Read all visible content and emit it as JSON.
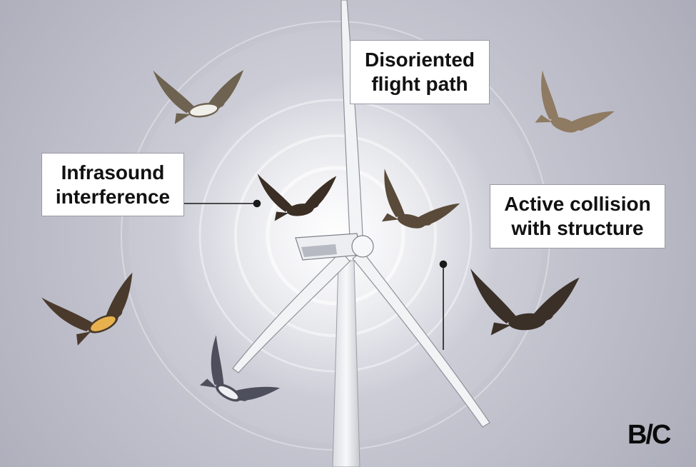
{
  "labels": {
    "infrasound": {
      "line1": "Infrasound",
      "line2": "interference"
    },
    "disoriented": {
      "line1": "Disoriented",
      "line2": "flight path"
    },
    "collision": {
      "line1": "Active collision",
      "line2": "with structure"
    }
  },
  "logo": {
    "text": "B/C"
  },
  "colors": {
    "background": "#b4b5c1",
    "turbine": "#f2f3f5",
    "label_bg": "#ffffff",
    "label_text": "#111111",
    "leader_line": "#1a1a1a"
  },
  "icons": [
    "wind-turbine-icon",
    "bird-icon"
  ]
}
